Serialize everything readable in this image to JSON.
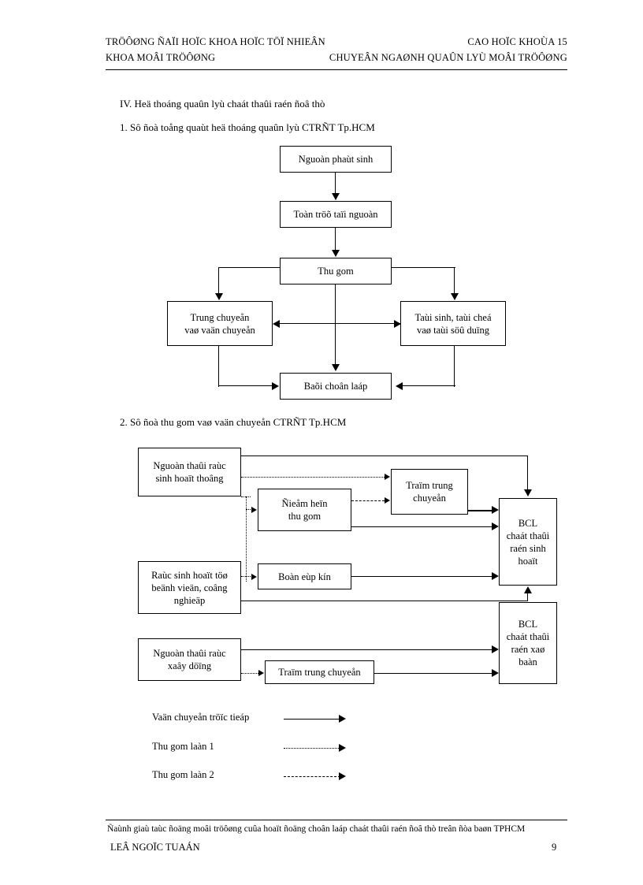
{
  "header": {
    "left_line1": "TRÖÔØNG ÑAÏI HOÏC KHOA HOÏC TÖÏ NHIEÂN",
    "left_line2": "KHOA MOÂI TRÖÔØNG",
    "right_line1": "CAO HOÏC KHOÙA 15",
    "right_line2": "CHUYEÂN NGAØNH QUAÛN LYÙ MOÂI TRÖÔØNG"
  },
  "sections": {
    "heading_iv": "IV. Heä thoáng quaûn lyù chaát thaûi raén ñoâ thò",
    "heading_1": "1. Sô ñoà toång quaùt heä thoáng quaûn lyù CTRÑT Tp.HCM",
    "heading_2": "2. Sô ñoà thu gom vaø vaän chuyeån CTRÑT Tp.HCM"
  },
  "diagram1": {
    "boxes": {
      "source": "Nguoàn phaùt sinh",
      "onsite": "Toàn tröõ taïi nguoàn",
      "collect": "Thu gom",
      "transfer_l1": "Trung chuyeån",
      "transfer_l2": "vaø vaän chuyeån",
      "recycle_l1": "Taùi sinh, taùi cheá",
      "recycle_l2": "vaø taùi söû duïng",
      "landfill": "Baõi choân laáp"
    }
  },
  "diagram2": {
    "boxes": {
      "src_domestic_l1": "Nguoàn thaûi raùc",
      "src_domestic_l2": "sinh  hoaït thoâng",
      "sealed_point_l1": "Ñieåm heïn",
      "sealed_point_l2": "thu gom",
      "station_top_l1": "Traïm trung",
      "station_top_l2": "chuyeån",
      "bcl_domestic_l1": "BCL",
      "bcl_domestic_l2": "chaát thaûi",
      "bcl_domestic_l3": "raén sinh",
      "bcl_domestic_l4": "hoaït",
      "src_hospital_l1": "Raùc sinh hoaït töø",
      "src_hospital_l2": "beänh vieän, coâng",
      "src_hospital_l3": "nghieäp",
      "sealed_container": "Boàn eùp kín",
      "src_construction_l1": "Nguoàn thaûi raùc",
      "src_construction_l2": "xaây döïng",
      "station_bottom": "Traïm trung chuyeån",
      "bcl_construction_l1": "BCL",
      "bcl_construction_l2": "chaát thaûi",
      "bcl_construction_l3": "raén xaø",
      "bcl_construction_l4": "baàn"
    }
  },
  "legend": {
    "items": [
      {
        "label": "Vaän chuyeån tröïc tieáp",
        "style": "solid"
      },
      {
        "label": "Thu gom laàn 1",
        "style": "dotted"
      },
      {
        "label": "Thu gom laàn 2",
        "style": "dashed"
      }
    ]
  },
  "footer": {
    "line1": "Ñaùnh giaù taùc ñoäng moâi tröôøng cuûa hoaït ñoäng choân laáp chaát thaûi raén ñoâ thò treân ñòa baøn TPHCM",
    "line2": "LEÂ NGOÏC TUAÁN",
    "page": "9"
  }
}
